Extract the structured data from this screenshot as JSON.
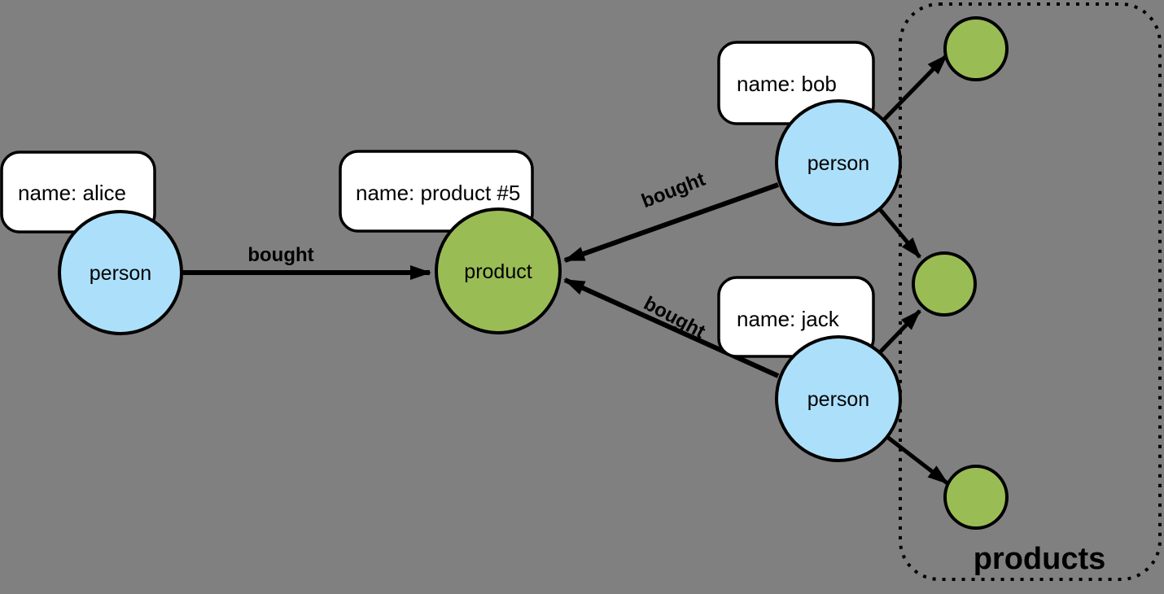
{
  "colors": {
    "background": "#808080",
    "person_fill": "#ace0fa",
    "product_fill": "#9abc55",
    "label_box_fill": "#ffffff",
    "outline": "#000000"
  },
  "group": {
    "label": "products",
    "member_count": 3
  },
  "nodes": {
    "alice": {
      "type_label": "person",
      "property": "name: alice"
    },
    "product5": {
      "type_label": "product",
      "property": "name: product #5"
    },
    "bob": {
      "type_label": "person",
      "property": "name: bob"
    },
    "jack": {
      "type_label": "person",
      "property": "name: jack"
    }
  },
  "edges": {
    "alice_to_product": {
      "label": "bought"
    },
    "bob_to_product": {
      "label": "bought"
    },
    "jack_to_product": {
      "label": "bought"
    }
  }
}
